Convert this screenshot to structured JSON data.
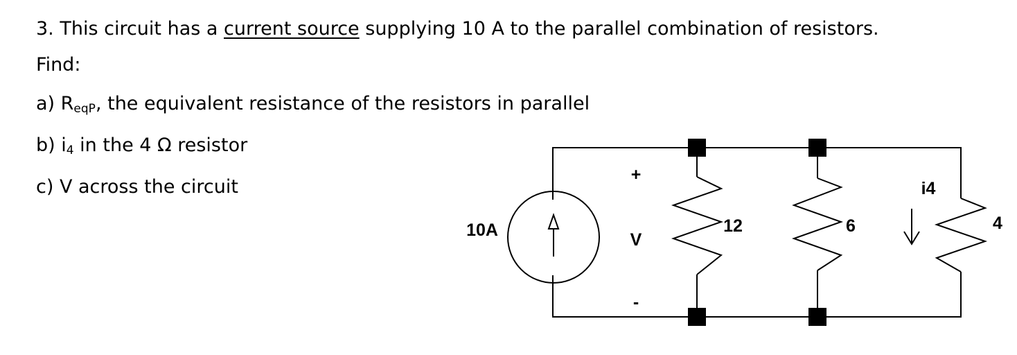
{
  "problem": {
    "line1_prefix": "3.  This circuit has a ",
    "line1_underlined": "current source",
    "line1_suffix": " supplying 10 A to the parallel combination of resistors.",
    "line2": "Find:",
    "part_a": {
      "prefix": "a) R",
      "subscript": "eqP",
      "suffix": ", the equivalent resistance of the resistors in parallel"
    },
    "part_b": {
      "prefix": "b) i",
      "subscript": "4",
      "suffix": " in the 4 Ω resistor"
    },
    "part_c": "c) V across the circuit"
  },
  "circuit": {
    "source_label": "10A",
    "voltage_plus": "+",
    "voltage_label": "V",
    "voltage_minus": "-",
    "resistor_1": "12",
    "resistor_2": "6",
    "resistor_3": "4",
    "current_label": "i4"
  }
}
